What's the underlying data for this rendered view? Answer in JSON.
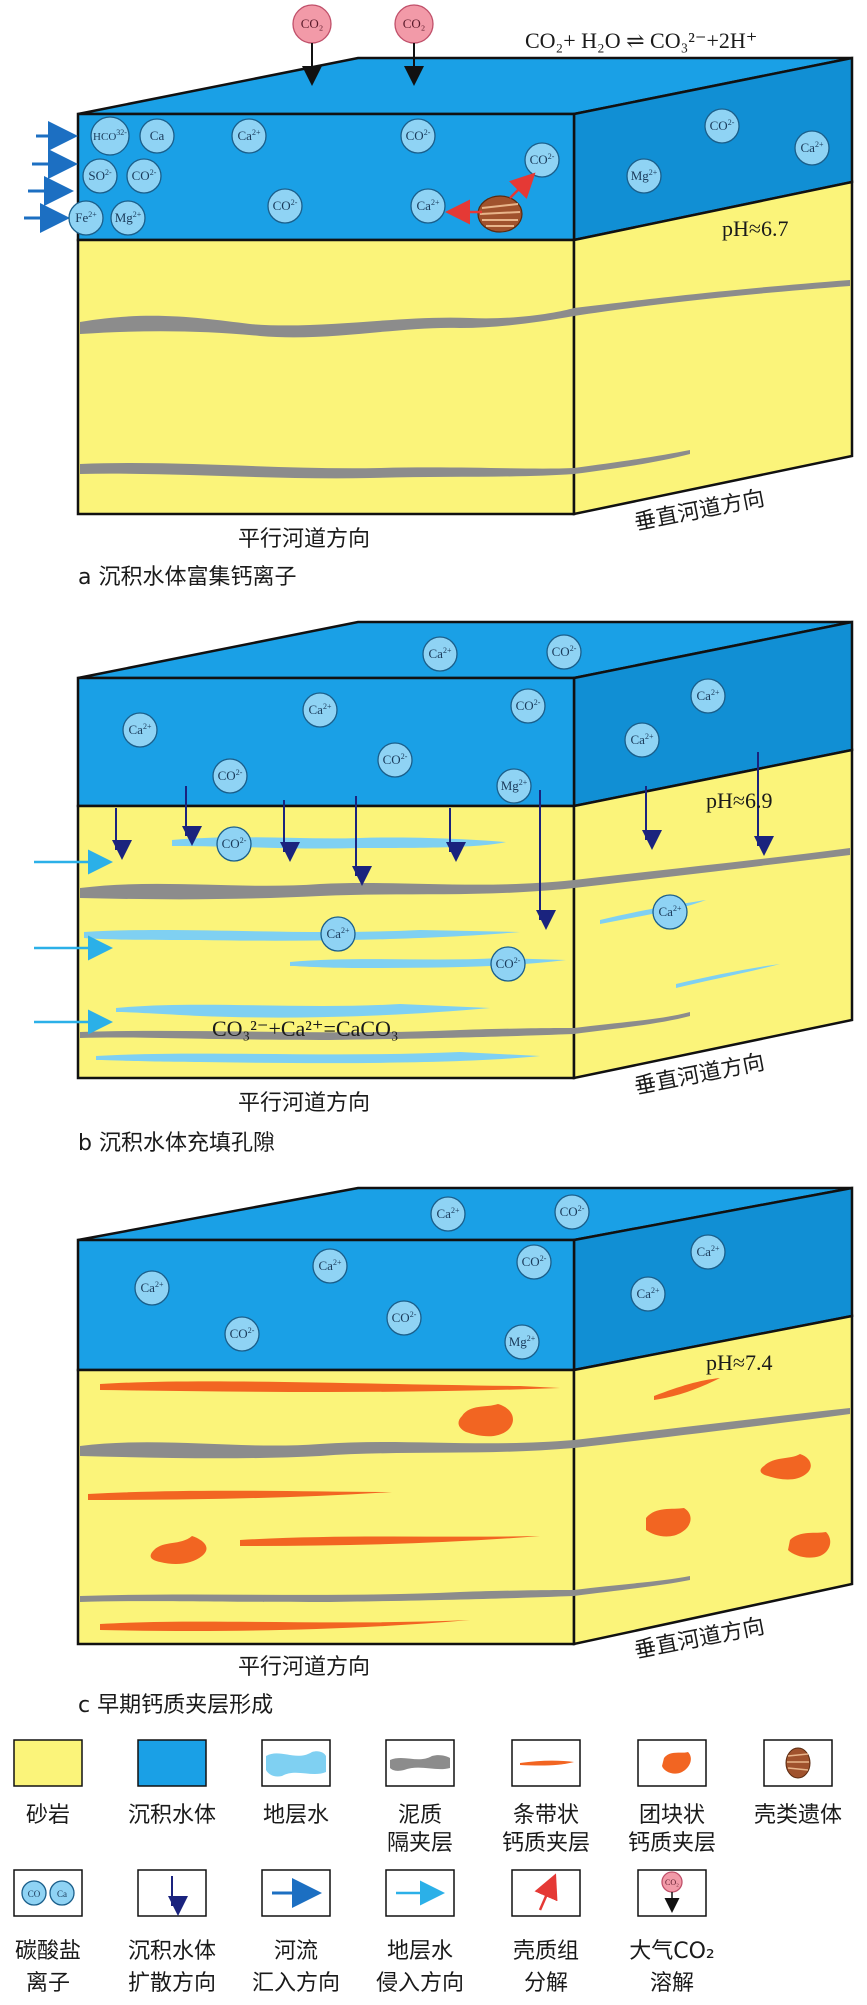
{
  "colors": {
    "sandstone": "#fbf47a",
    "water": "#1aa0e6",
    "water_side": "#118fd4",
    "mud": "#8c8c8c",
    "formation_water": "#7fd0f2",
    "calcite": "#f26522",
    "arrow_river": "#1c6fc2",
    "arrow_diffuse": "#1a237e",
    "arrow_shell": "#e53935"
  },
  "panel_a": {
    "caption": "a 沉积水体富集钙离子",
    "parallel": "平行河道方向",
    "perpendicular": "垂直河道方向",
    "ph": "pH≈6.7",
    "equation": "CO₂+ H₂O ⇌ CO₃²⁻+2H⁺",
    "co2_label": "CO₂"
  },
  "panel_b": {
    "caption": "b 沉积水体充填孔隙",
    "parallel": "平行河道方向",
    "perpendicular": "垂直河道方向",
    "ph": "pH≈6.9",
    "equation": "CO₃²⁻+Ca²⁺=CaCO₃"
  },
  "panel_c": {
    "caption": "c 早期钙质夹层形成",
    "parallel": "平行河道方向",
    "perpendicular": "垂直河道方向",
    "ph": "pH≈7.4"
  },
  "ions": {
    "ca": "Ca",
    "co3": "CO",
    "hco3": "HCO",
    "so4": "SO",
    "fe": "Fe",
    "mg": "Mg"
  },
  "legend": [
    {
      "label1": "砂岩",
      "label2": "",
      "icon": "sandstone-swatch"
    },
    {
      "label1": "沉积水体",
      "label2": "",
      "icon": "water-swatch"
    },
    {
      "label1": "地层水",
      "label2": "",
      "icon": "formation-water-swatch"
    },
    {
      "label1": "泥质",
      "label2": "隔夹层",
      "icon": "mud-interlayer-swatch"
    },
    {
      "label1": "条带状",
      "label2": "钙质夹层",
      "icon": "banded-calcite-swatch"
    },
    {
      "label1": "团块状",
      "label2": "钙质夹层",
      "icon": "nodular-calcite-swatch"
    },
    {
      "label1": "壳类遗体",
      "label2": "",
      "icon": "shell-icon"
    },
    {
      "label1": "碳酸盐",
      "label2": "离子",
      "icon": "carbonate-ion-icon"
    },
    {
      "label1": "沉积水体",
      "label2": "扩散方向",
      "icon": "diffusion-arrow-icon"
    },
    {
      "label1": "河流",
      "label2": "汇入方向",
      "icon": "river-arrow-icon"
    },
    {
      "label1": "地层水",
      "label2": "侵入方向",
      "icon": "formation-arrow-icon"
    },
    {
      "label1": "壳质组",
      "label2": "分解",
      "icon": "shell-decomp-arrow-icon"
    },
    {
      "label1": "大气CO₂",
      "label2": "溶解",
      "icon": "co2-dissolution-icon"
    }
  ]
}
